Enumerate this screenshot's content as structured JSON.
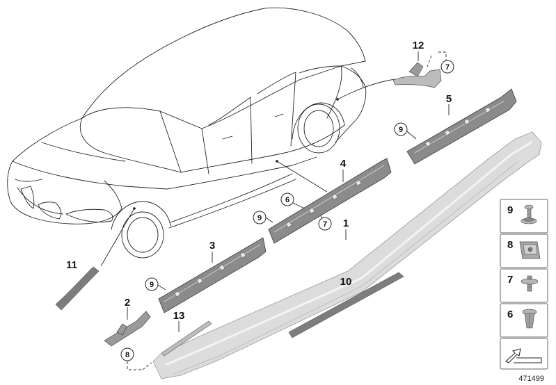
{
  "diagram": {
    "callouts": [
      {
        "id": "c1",
        "text": "1"
      },
      {
        "id": "c2",
        "text": "2"
      },
      {
        "id": "c3",
        "text": "3"
      },
      {
        "id": "c4",
        "text": "4"
      },
      {
        "id": "c5",
        "text": "5"
      },
      {
        "id": "c10",
        "text": "10"
      },
      {
        "id": "c11",
        "text": "11"
      },
      {
        "id": "c12",
        "text": "12"
      },
      {
        "id": "c13",
        "text": "13"
      }
    ],
    "circled_callouts": [
      {
        "id": "cc6",
        "text": "6"
      },
      {
        "id": "cc7a",
        "text": "7"
      },
      {
        "id": "cc7b",
        "text": "7"
      },
      {
        "id": "cc8",
        "text": "8"
      },
      {
        "id": "cc9a",
        "text": "9"
      },
      {
        "id": "cc9b",
        "text": "9"
      },
      {
        "id": "cc9c",
        "text": "9"
      }
    ],
    "legend": [
      {
        "number": "9",
        "part": "screw-with-washer-icon"
      },
      {
        "number": "8",
        "part": "clip-nut-icon"
      },
      {
        "number": "7",
        "part": "collar-screw-icon"
      },
      {
        "number": "6",
        "part": "expanding-rivet-icon"
      }
    ],
    "footer_icon": "arrow-symbol-icon",
    "diagram_id": "471499"
  }
}
